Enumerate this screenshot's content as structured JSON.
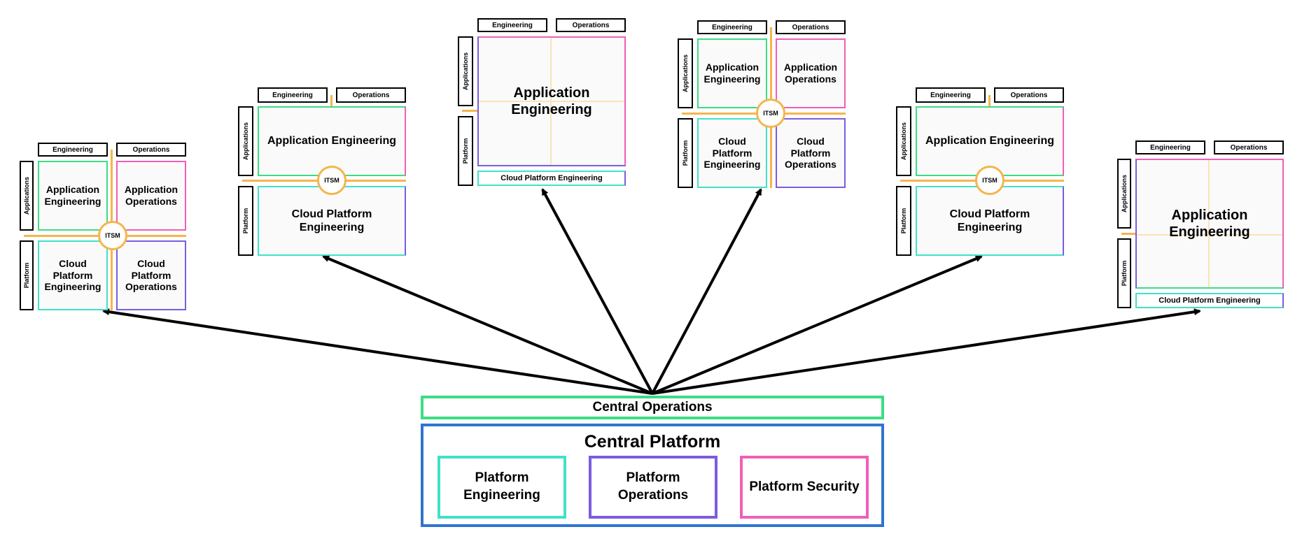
{
  "labels": {
    "engineering": "Engineering",
    "operations": "Operations",
    "applications": "Applications",
    "platform": "Platform",
    "itsm": "ITSM",
    "application_engineering": "Application Engineering",
    "application_operations": "Application Operations",
    "cloud_platform_engineering": "Cloud Platform Engineering",
    "cloud_platform_operations": "Cloud Platform Operations"
  },
  "central": {
    "operations": "Central Operations",
    "platform": "Central Platform",
    "boxes": [
      "Platform Engineering",
      "Platform Operations",
      "Platform Security"
    ]
  },
  "colors": {
    "green": "#3ddc84",
    "pink": "#f05fb6",
    "cyan": "#43e0c8",
    "purple": "#7b5ce0",
    "blue": "#2f74d0",
    "orange": "#f5b54c",
    "arrow": "#000000"
  },
  "arrow_targets": [
    "model-1",
    "model-2",
    "model-3",
    "model-4",
    "model-5",
    "model-6"
  ]
}
